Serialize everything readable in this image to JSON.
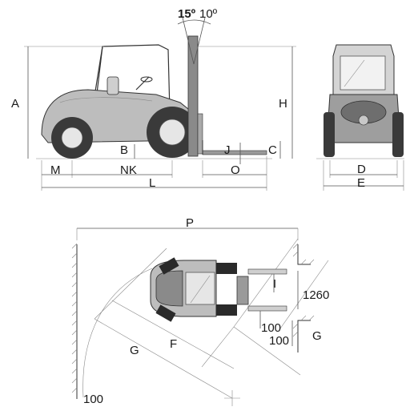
{
  "side_view": {
    "tilt_back": "15º",
    "tilt_forward": "10º",
    "labels": {
      "A": "A",
      "H": "H",
      "B": "B",
      "J": "J",
      "C": "C",
      "M": "M",
      "NK": "NK",
      "O": "O",
      "L": "L"
    }
  },
  "front_view": {
    "labels": {
      "D": "D",
      "E": "E"
    }
  },
  "top_view": {
    "labels": {
      "P": "P",
      "I": "I",
      "F": "F",
      "G_left": "G",
      "G_right": "G",
      "width_1260": "1260",
      "clear_100_a": "100",
      "clear_100_b": "100",
      "radius_100": "100"
    }
  },
  "colors": {
    "tire": "#3a3a3a",
    "body": "#9a9a9a",
    "body_light": "#c8c8c8",
    "rim": "#e6e6e6",
    "mast": "#7a7a7a"
  }
}
